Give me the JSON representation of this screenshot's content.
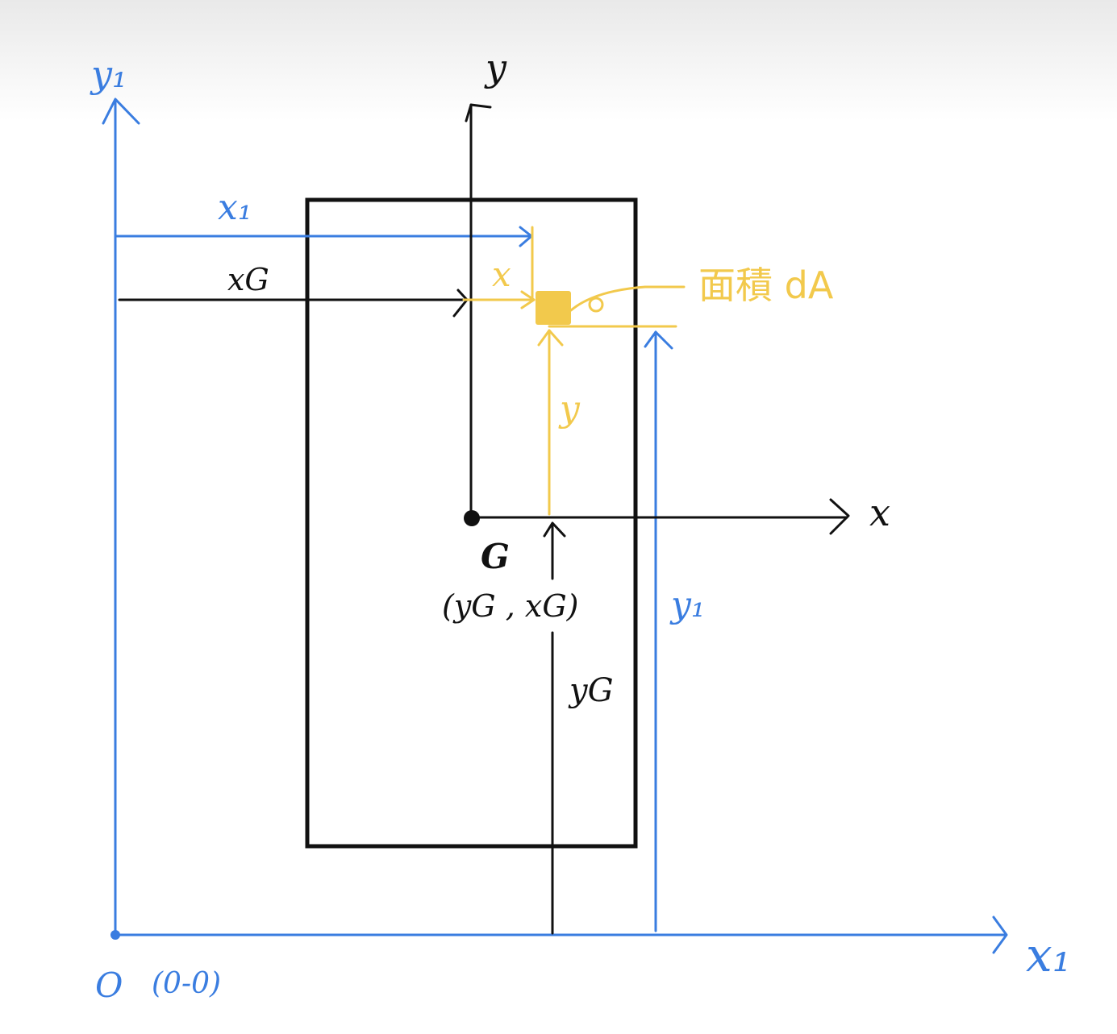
{
  "colors": {
    "global_frame": "#3a7de0",
    "centroid_frame": "#111111",
    "area_element": "#f2c94c"
  },
  "labels": {
    "global_y_axis": "y₁",
    "global_x_axis": "x₁",
    "origin": "O",
    "origin_coords": "(0-0)",
    "dist_x1": "x₁",
    "dist_y1": "y₁",
    "local_y_axis": "y",
    "local_x_axis": "x",
    "centroid": "G",
    "centroid_coords": "(yG , xG)",
    "dist_xG": "xG",
    "dist_yG": "yG",
    "elem_x": "x",
    "elem_y": "y",
    "area_label": "面積 dA"
  }
}
